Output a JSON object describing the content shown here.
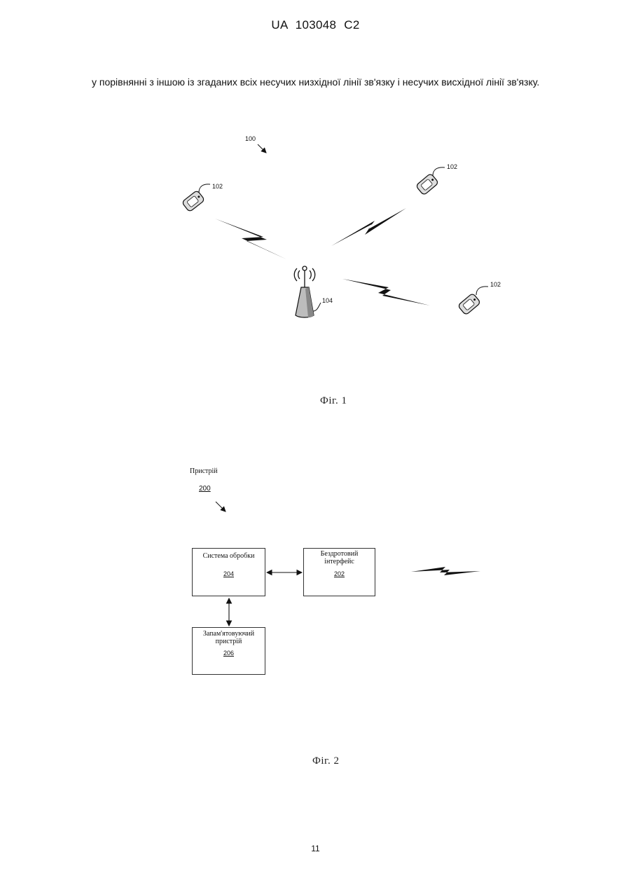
{
  "header": {
    "patent_id": "UA   103048   C2"
  },
  "body_text": "у порівнянні з іншою із згаданих всіх несучих низхідної лінії зв'язку і несучих висхідної лінії зв'язку.",
  "figure1": {
    "system_ref": "100",
    "device_ref": "102",
    "base_station_ref": "104",
    "caption": "Фіг. 1",
    "icons": [
      "mobile-device-icon",
      "base-station-icon",
      "wireless-link-icon"
    ]
  },
  "figure2": {
    "device_title": "Пристрій",
    "device_ref": "200",
    "processing_system": {
      "label": "Система обробки",
      "ref": "204"
    },
    "wireless_interface": {
      "label_line1": "Бездротовий",
      "label_line2": "інтерфейс",
      "ref": "202"
    },
    "memory": {
      "label_line1": "Запам'ятовуючий",
      "label_line2": "пристрій",
      "ref": "206"
    },
    "caption": "Фіг. 2"
  },
  "page_number": "11"
}
